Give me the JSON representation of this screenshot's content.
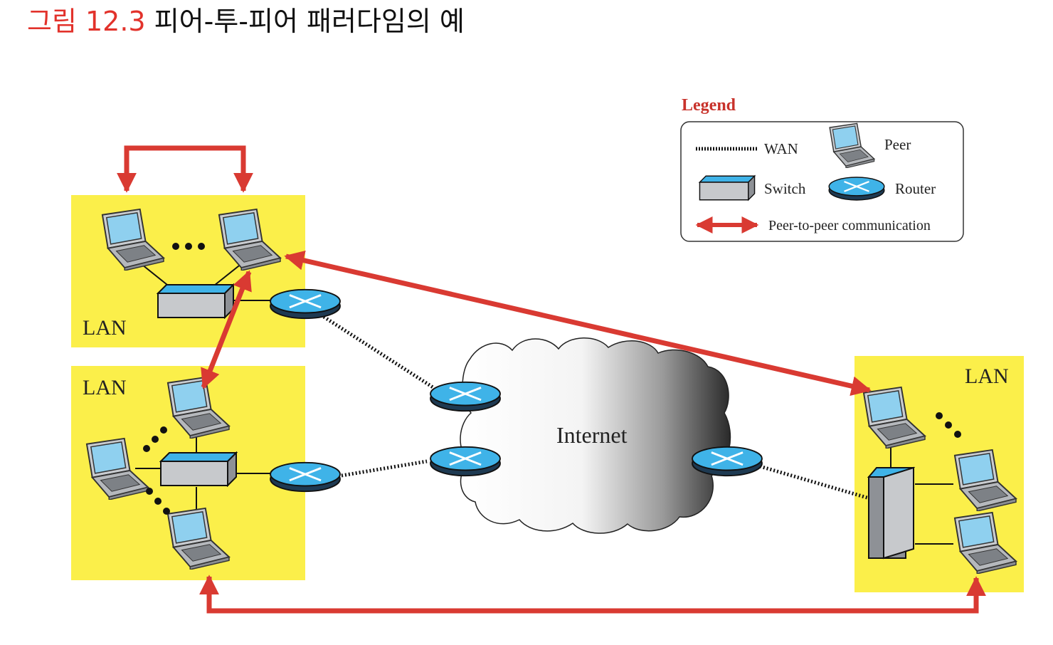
{
  "figure": {
    "number": "그림 12.3",
    "title": "피어-투-피어 패러다임의 예"
  },
  "legend": {
    "heading": "Legend",
    "wan": "WAN",
    "peer": "Peer",
    "switch": "Switch",
    "router": "Router",
    "p2p": "Peer-to-peer communication"
  },
  "network": {
    "lan_label": "LAN",
    "internet_label": "Internet"
  },
  "colors": {
    "lan_fill": "#fbef4a",
    "p2p_arrow": "#d93a32",
    "router_fill": "#3fb3e8",
    "legend_heading": "#c8322b",
    "caption_accent": "#e2322b"
  },
  "icons": [
    "laptop-icon",
    "switch-icon",
    "router-icon",
    "cloud-icon",
    "double-arrow-icon"
  ]
}
